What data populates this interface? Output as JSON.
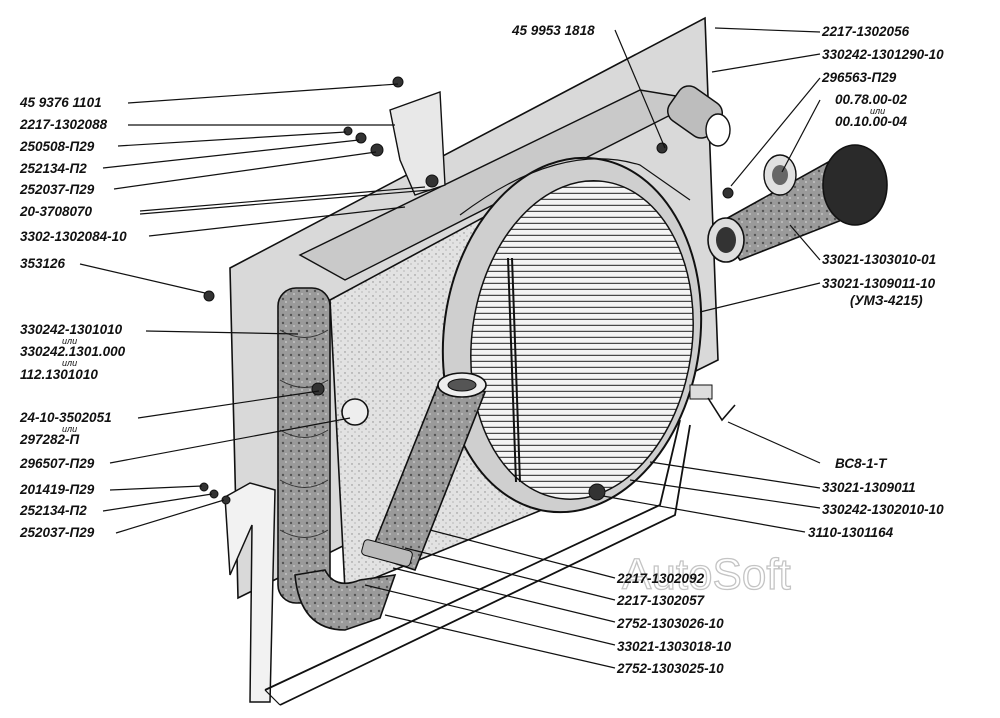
{
  "watermark": "AutoSoft",
  "labels_left": [
    {
      "code": "45 9376 1101"
    },
    {
      "code": "2217-1302088"
    },
    {
      "code": "250508-П29"
    },
    {
      "code": "252134-П2"
    },
    {
      "code": "252037-П29"
    },
    {
      "code": "20-3708070"
    },
    {
      "code": "3302-1302084-10"
    },
    {
      "code": "353126"
    },
    {
      "code": "330242-1301010",
      "alt": "или"
    },
    {
      "code": "330242.1301.000",
      "alt": "или"
    },
    {
      "code": "112.1301010"
    },
    {
      "code": "24-10-3502051",
      "alt": "или"
    },
    {
      "code": "297282-П"
    },
    {
      "code": "296507-П29"
    },
    {
      "code": "201419-П29"
    },
    {
      "code": "252134-П2"
    },
    {
      "code": "252037-П29"
    }
  ],
  "labels_right": [
    {
      "code": "45 9953 1818"
    },
    {
      "code": "2217-1302056"
    },
    {
      "code": "330242-1301290-10"
    },
    {
      "code": "296563-П29"
    },
    {
      "code": "00.78.00-02",
      "alt": "или"
    },
    {
      "code": "00.10.00-04"
    },
    {
      "code": "33021-1303010-01"
    },
    {
      "code": "33021-1309011-10"
    },
    {
      "code": "(УМЗ-4215)"
    },
    {
      "code": "ВС8-1-Т"
    },
    {
      "code": "33021-1309011"
    },
    {
      "code": "330242-1302010-10"
    },
    {
      "code": "3110-1301164"
    }
  ],
  "labels_bottom": [
    {
      "code": "2217-1302092"
    },
    {
      "code": "2217-1302057"
    },
    {
      "code": "2752-1303026-10"
    },
    {
      "code": "33021-1303018-10"
    },
    {
      "code": "2752-1303025-10"
    }
  ]
}
